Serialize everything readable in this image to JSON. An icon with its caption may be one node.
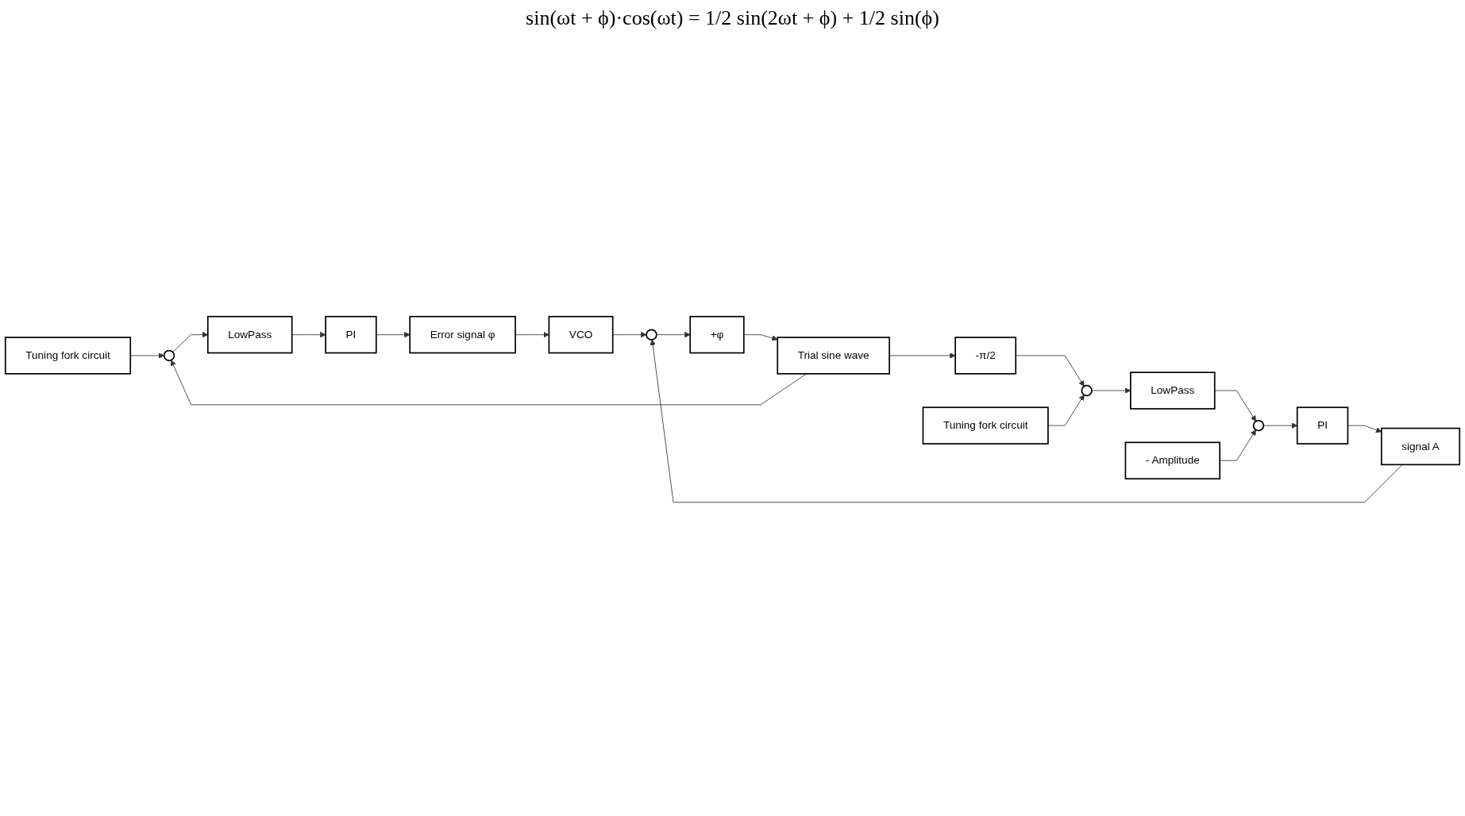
{
  "diagram": {
    "nodes": [
      {
        "text": [
          "Tuning fork circuit"
        ]
      },
      {
        "text": [],
        "shape": "circle"
      },
      {
        "text": [
          "LowPass"
        ]
      },
      {
        "text": [
          "PI"
        ]
      },
      {
        "text": [
          "Error signal φ"
        ]
      },
      {
        "text": [
          "VCO"
        ]
      },
      {
        "text": [],
        "shape": "circle"
      },
      {
        "text": [
          "+φ"
        ]
      },
      {
        "text": [
          "Trial sine wave"
        ]
      },
      {
        "text": [
          "-π/2"
        ]
      },
      {
        "text": [
          "Tuning fork circuit"
        ]
      },
      {
        "text": [],
        "shape": "circle"
      },
      {
        "text": [
          "LowPass"
        ]
      },
      {
        "text": [
          "- Amplitude"
        ]
      },
      {
        "text": [],
        "shape": "circle"
      },
      {
        "text": [
          "PI"
        ]
      },
      {
        "text": [
          "signal A"
        ]
      }
    ],
    "edges": [
      {
        "from": 0,
        "to": 1,
        "arrow": "to"
      },
      {
        "from": 1,
        "to": 2,
        "arrow": "to"
      },
      {
        "from": 2,
        "to": 3,
        "arrow": "to"
      },
      {
        "from": 3,
        "to": 4,
        "arrow": "to"
      },
      {
        "from": 4,
        "to": 5,
        "arrow": "to"
      },
      {
        "from": 5,
        "to": 6,
        "arrow": "to"
      },
      {
        "from": 6,
        "to": 7,
        "arrow": "to"
      },
      {
        "from": 7,
        "to": 8,
        "arrow": "to"
      },
      {
        "from": 8,
        "to": 1,
        "arrow": "to"
      },
      {
        "from": 8,
        "to": 9,
        "arrow": "to"
      },
      {
        "from": 9,
        "to": 11,
        "arrow": "to"
      },
      {
        "from": 10,
        "to": 11,
        "arrow": "to"
      },
      {
        "from": 11,
        "to": 12,
        "arrow": "to"
      },
      {
        "from": 12,
        "to": 14,
        "arrow": "to"
      },
      {
        "from": 13,
        "to": 14,
        "arrow": "to"
      },
      {
        "from": 14,
        "to": 15,
        "arrow": "to"
      },
      {
        "from": 15,
        "to": 16,
        "arrow": "to"
      },
      {
        "from": 16,
        "to": 6,
        "arrow": "to"
      }
    ],
    "labels": [
      "sin(ωt + ϕ)·cos(ωt) = 1/2 sin(2ωt + ϕ) + 1/2 sin(ϕ)"
    ]
  }
}
